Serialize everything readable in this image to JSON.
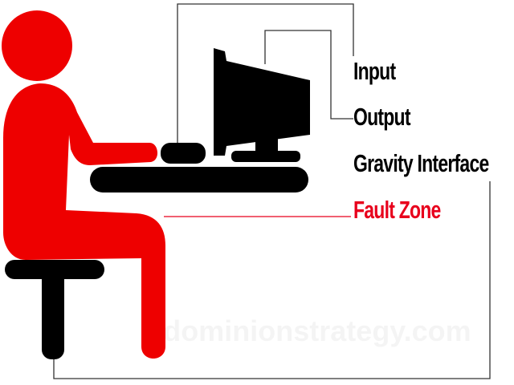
{
  "labels": {
    "input": "Input",
    "output": "Output",
    "gravity_interface": "Gravity Interface",
    "fault_zone": "Fault Zone"
  },
  "watermark": "dominionstrategy.com",
  "colors": {
    "person": "#ee0000",
    "equipment": "#000000",
    "lines": "#333333",
    "text": "#000000",
    "highlight": "#e8001c"
  },
  "icons": [
    "person-icon",
    "monitor-icon",
    "keyboard-icon",
    "mouse-icon",
    "desk-icon",
    "stool-icon"
  ]
}
